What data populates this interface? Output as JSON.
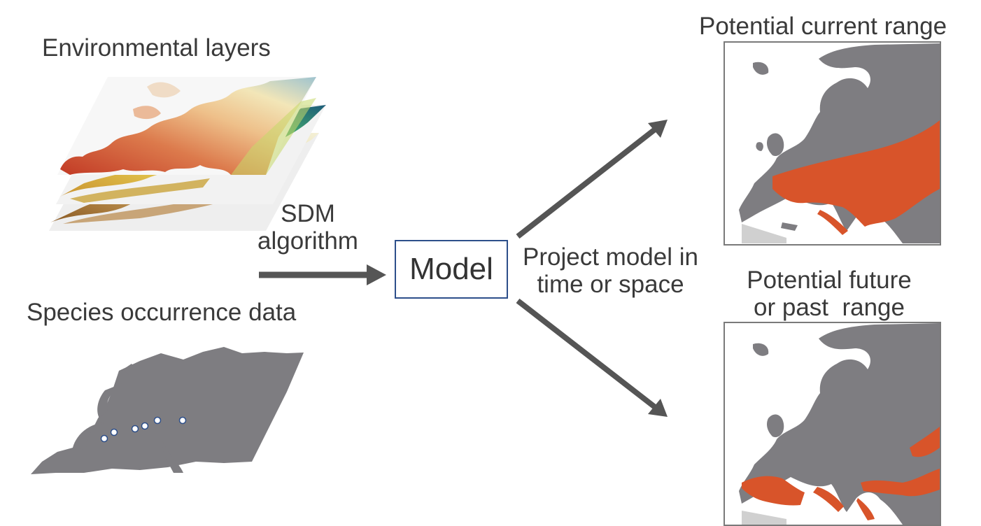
{
  "labels": {
    "environmental_layers": "Environmental layers",
    "sdm_line1": "SDM",
    "sdm_line2": "algorithm",
    "species_occurrence": "Species occurrence data",
    "model": "Model",
    "project_line1": "Project model in",
    "project_line2": "time or space",
    "current_range": "Potential current range",
    "future_line1": "Potential future",
    "future_line2": "or past  range"
  },
  "colors": {
    "text": "#3a3a3a",
    "arrow": "#555555",
    "model_border": "#2d4f8a",
    "land_gray": "#7e7d81",
    "range_orange": "#d8542a",
    "frame": "#7a7a7a",
    "occurrence_point": "#ffffff"
  }
}
